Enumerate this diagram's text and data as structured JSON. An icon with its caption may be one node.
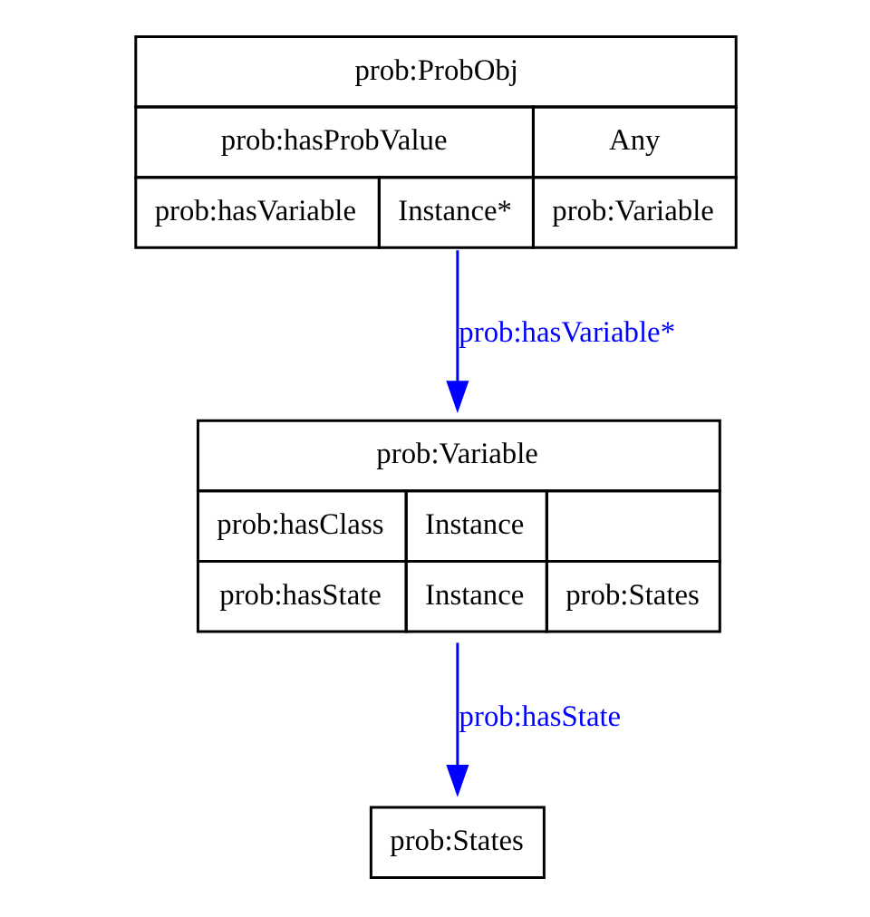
{
  "diagram": {
    "nodes": [
      {
        "text": [
          "prob:ProbObj",
          "prob:hasProbValue",
          "Any",
          "prob:hasVariable",
          "Instance*",
          "prob:Variable"
        ]
      },
      {
        "text": [
          "prob:Variable",
          "prob:hasClass",
          "Instance",
          "prob:hasState",
          "Instance",
          "prob:States"
        ]
      },
      {
        "text": [
          "prob:States"
        ]
      }
    ],
    "edges": [
      {
        "from": 0,
        "to": 1,
        "arrow": "to",
        "label": "prob:hasVariable*",
        "color": "#0000ff"
      },
      {
        "from": 1,
        "to": 2,
        "arrow": "to",
        "label": "prob:hasState",
        "color": "#0000ff"
      }
    ]
  }
}
